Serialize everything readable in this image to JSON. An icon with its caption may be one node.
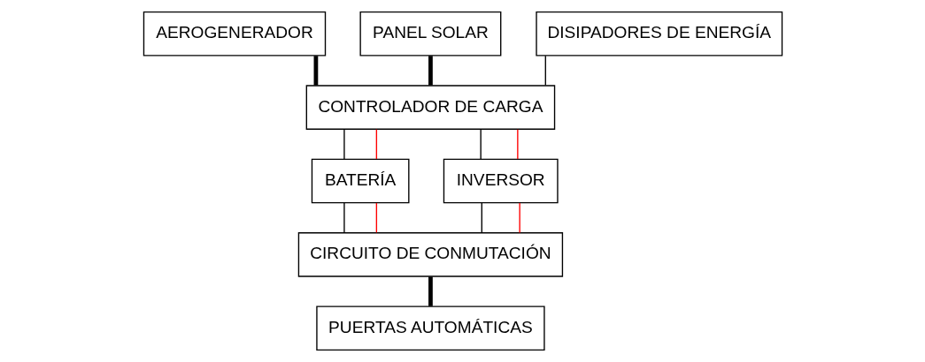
{
  "diagram": {
    "nodes": [
      {
        "text": [
          "AEROGENERADOR"
        ]
      },
      {
        "text": [
          "PANEL SOLAR"
        ]
      },
      {
        "text": [
          "DISIPADORES DE ENERGÍA"
        ]
      },
      {
        "text": [
          "CONTROLADOR DE CARGA"
        ]
      },
      {
        "text": [
          "BATERÍA"
        ]
      },
      {
        "text": [
          "INVERSOR"
        ]
      },
      {
        "text": [
          "CIRCUITO DE CONMUTACIÓN"
        ]
      },
      {
        "text": [
          "PUERTAS AUTOMÁTICAS"
        ]
      }
    ],
    "edges": [
      {
        "from": 0,
        "to": 3,
        "arrow": "none",
        "style": "thick"
      },
      {
        "from": 1,
        "to": 3,
        "arrow": "none",
        "style": "thick"
      },
      {
        "from": 2,
        "to": 3,
        "arrow": "none"
      },
      {
        "from": 3,
        "to": 4,
        "arrow": "none"
      },
      {
        "from": 3,
        "to": 4,
        "arrow": "none",
        "color": "#ff0000"
      },
      {
        "from": 3,
        "to": 5,
        "arrow": "none"
      },
      {
        "from": 3,
        "to": 5,
        "arrow": "none",
        "color": "#ff0000"
      },
      {
        "from": 4,
        "to": 6,
        "arrow": "none"
      },
      {
        "from": 4,
        "to": 6,
        "arrow": "none",
        "color": "#ff0000"
      },
      {
        "from": 5,
        "to": 6,
        "arrow": "none"
      },
      {
        "from": 5,
        "to": 6,
        "arrow": "none",
        "color": "#ff0000"
      },
      {
        "from": 6,
        "to": 7,
        "arrow": "none",
        "style": "thick"
      }
    ]
  }
}
